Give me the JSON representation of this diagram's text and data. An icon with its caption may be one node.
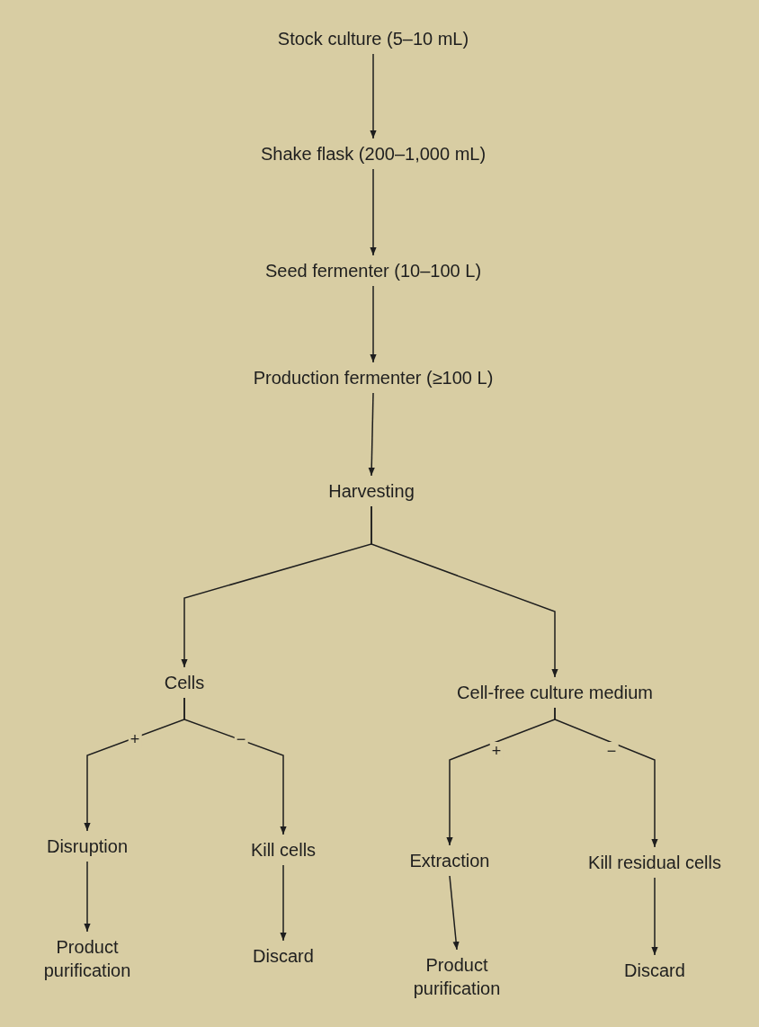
{
  "diagram": {
    "nodes": [
      {
        "text": [
          "Stock culture (5–10 mL)"
        ]
      },
      {
        "text": [
          "Shake flask (200–1,000 mL)"
        ]
      },
      {
        "text": [
          "Seed fermenter (10–100 L)"
        ]
      },
      {
        "text": [
          "Production fermenter (≥100 L)"
        ]
      },
      {
        "text": [
          "Harvesting"
        ]
      },
      {
        "text": [
          "Cells"
        ]
      },
      {
        "text": [
          "Cell-free culture medium"
        ]
      },
      {
        "text": [
          "Disruption"
        ]
      },
      {
        "text": [
          "Kill cells"
        ]
      },
      {
        "text": [
          "Extraction"
        ]
      },
      {
        "text": [
          "Kill residual cells"
        ]
      },
      {
        "text": [
          "Product purification"
        ]
      },
      {
        "text": [
          "Discard"
        ]
      },
      {
        "text": [
          "Product purification"
        ]
      },
      {
        "text": [
          "Discard"
        ]
      }
    ],
    "edges": [
      {
        "from": 0,
        "to": 1,
        "arrow": "to"
      },
      {
        "from": 1,
        "to": 2,
        "arrow": "to"
      },
      {
        "from": 2,
        "to": 3,
        "arrow": "to"
      },
      {
        "from": 3,
        "to": 4,
        "arrow": "to"
      },
      {
        "from": 4,
        "to": 5,
        "arrow": "to"
      },
      {
        "from": 4,
        "to": 6,
        "arrow": "to"
      },
      {
        "from": 5,
        "to": 7,
        "arrow": "to",
        "label": "+"
      },
      {
        "from": 5,
        "to": 8,
        "arrow": "to",
        "label": "−"
      },
      {
        "from": 6,
        "to": 9,
        "arrow": "to",
        "label": "+"
      },
      {
        "from": 6,
        "to": 10,
        "arrow": "to",
        "label": "−"
      },
      {
        "from": 7,
        "to": 11,
        "arrow": "to"
      },
      {
        "from": 8,
        "to": 12,
        "arrow": "to"
      },
      {
        "from": 9,
        "to": 13,
        "arrow": "to"
      },
      {
        "from": 10,
        "to": 14,
        "arrow": "to"
      }
    ]
  }
}
